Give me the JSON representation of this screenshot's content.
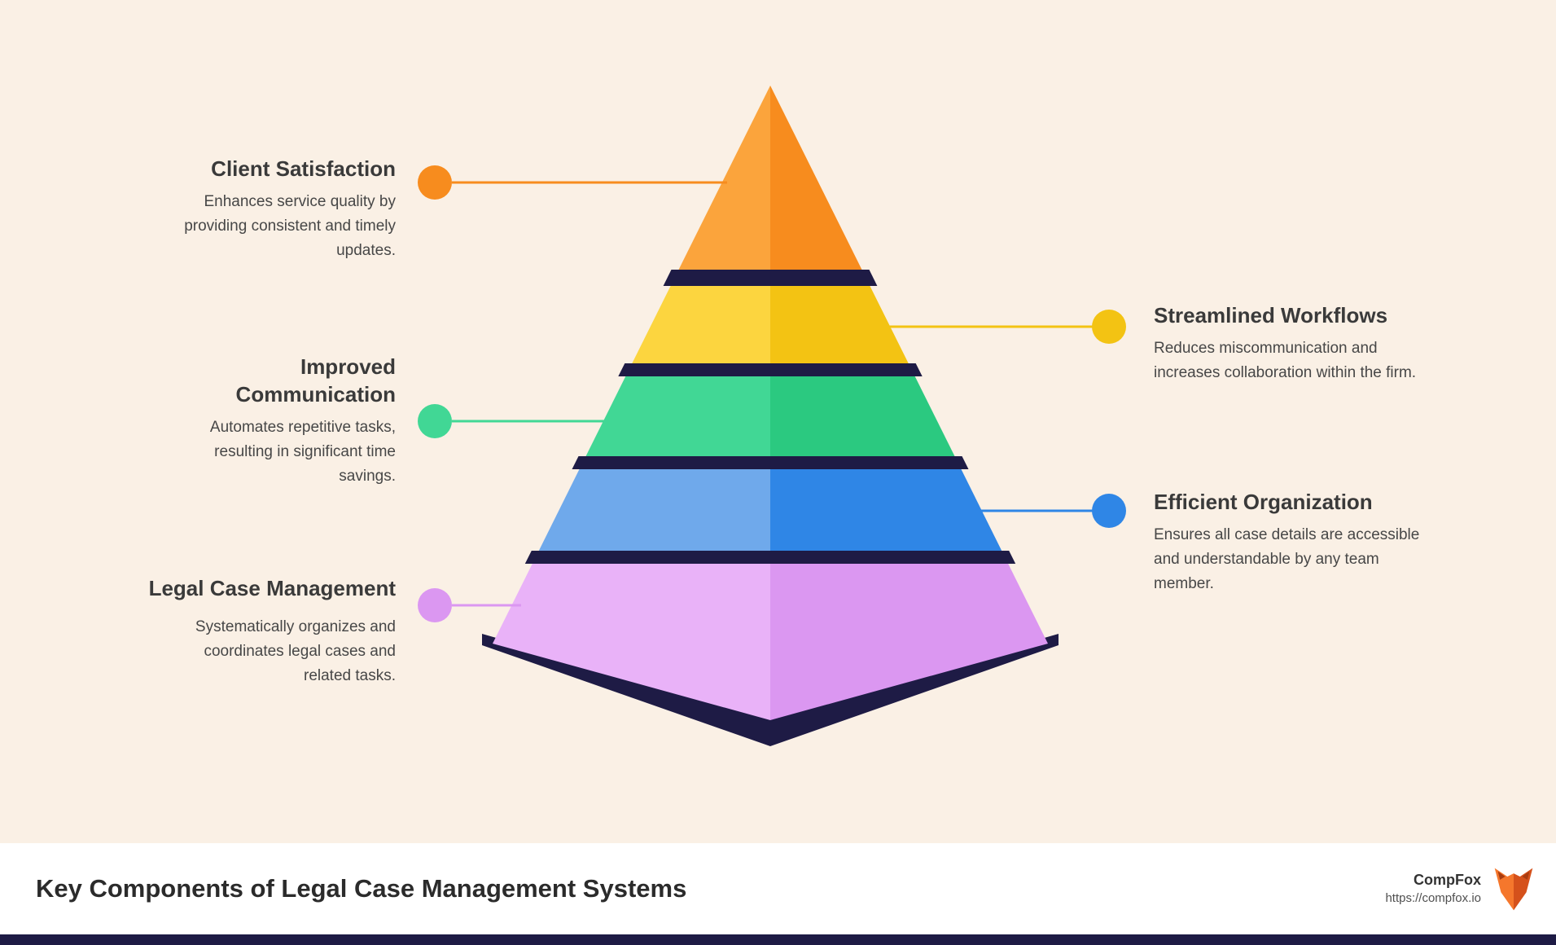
{
  "colors": {
    "background": "#FAF0E5",
    "separator": "#1E1B45",
    "footer_background": "#FFFFFF",
    "footer_strip": "#1E1B45"
  },
  "pyramid": {
    "separator": "#1E1B45",
    "levels": [
      {
        "label": "Client Satisfaction",
        "left": "#FBA43C",
        "right": "#F78C1E"
      },
      {
        "label": "Streamlined Workflows",
        "left": "#FCD53F",
        "right": "#F3C313"
      },
      {
        "label": "Improved Communication",
        "left": "#41D795",
        "right": "#2BC980"
      },
      {
        "label": "Efficient Organization",
        "left": "#6FA9EB",
        "right": "#2F86E6"
      },
      {
        "label": "Legal Case Management",
        "left": "#E9B2F8",
        "right": "#DB97F1"
      }
    ]
  },
  "callouts": [
    {
      "id": "client-satisfaction",
      "title": "Client Satisfaction",
      "description": "Enhances service quality by providing consistent and timely updates.",
      "accent": "#F78C1E"
    },
    {
      "id": "streamlined-workflows",
      "title": "Streamlined Workflows",
      "description": "Reduces miscommunication and increases collaboration within the firm.",
      "accent": "#F3C313"
    },
    {
      "id": "improved-communication",
      "title": "Improved\nCommunication",
      "description": "Automates repetitive tasks, resulting in significant time savings.",
      "accent": "#41D795"
    },
    {
      "id": "efficient-organization",
      "title": "Efficient Organization",
      "description": "Ensures all case details are accessible and understandable by any team member.",
      "accent": "#2F86E6"
    },
    {
      "id": "legal-case-management",
      "title": "Legal Case Management",
      "description": "Systematically organizes and coordinates legal cases and related tasks.",
      "accent": "#DB97F1"
    }
  ],
  "footer": {
    "title": "Key Components of Legal Case Management Systems",
    "brand": "CompFox",
    "url": "https://compfox.io",
    "logo": {
      "left": "#F5772C",
      "right": "#D5511B",
      "accent": "#A93C10"
    }
  }
}
